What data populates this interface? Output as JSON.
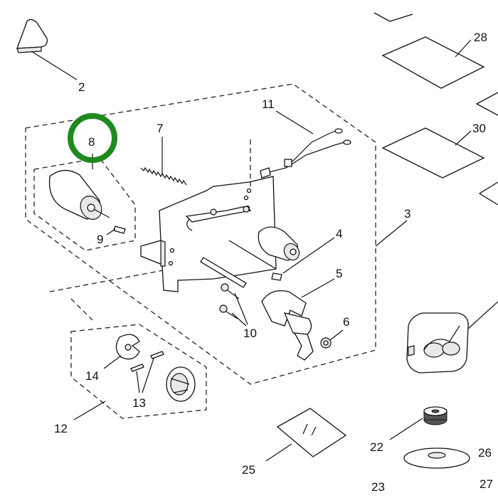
{
  "labels": {
    "l2": "2",
    "l3": "3",
    "l4": "4",
    "l5": "5",
    "l6": "6",
    "l7": "7",
    "l8": "8",
    "l9": "9",
    "l10": "10",
    "l11": "11",
    "l12": "12",
    "l13": "13",
    "l14": "14",
    "l22": "22",
    "l25": "25",
    "l26": "26",
    "l27": "27",
    "l28": "28",
    "l30": "30",
    "l23": "23"
  },
  "highlight": {
    "label": "8",
    "ring_color": "#1e8a1e"
  }
}
